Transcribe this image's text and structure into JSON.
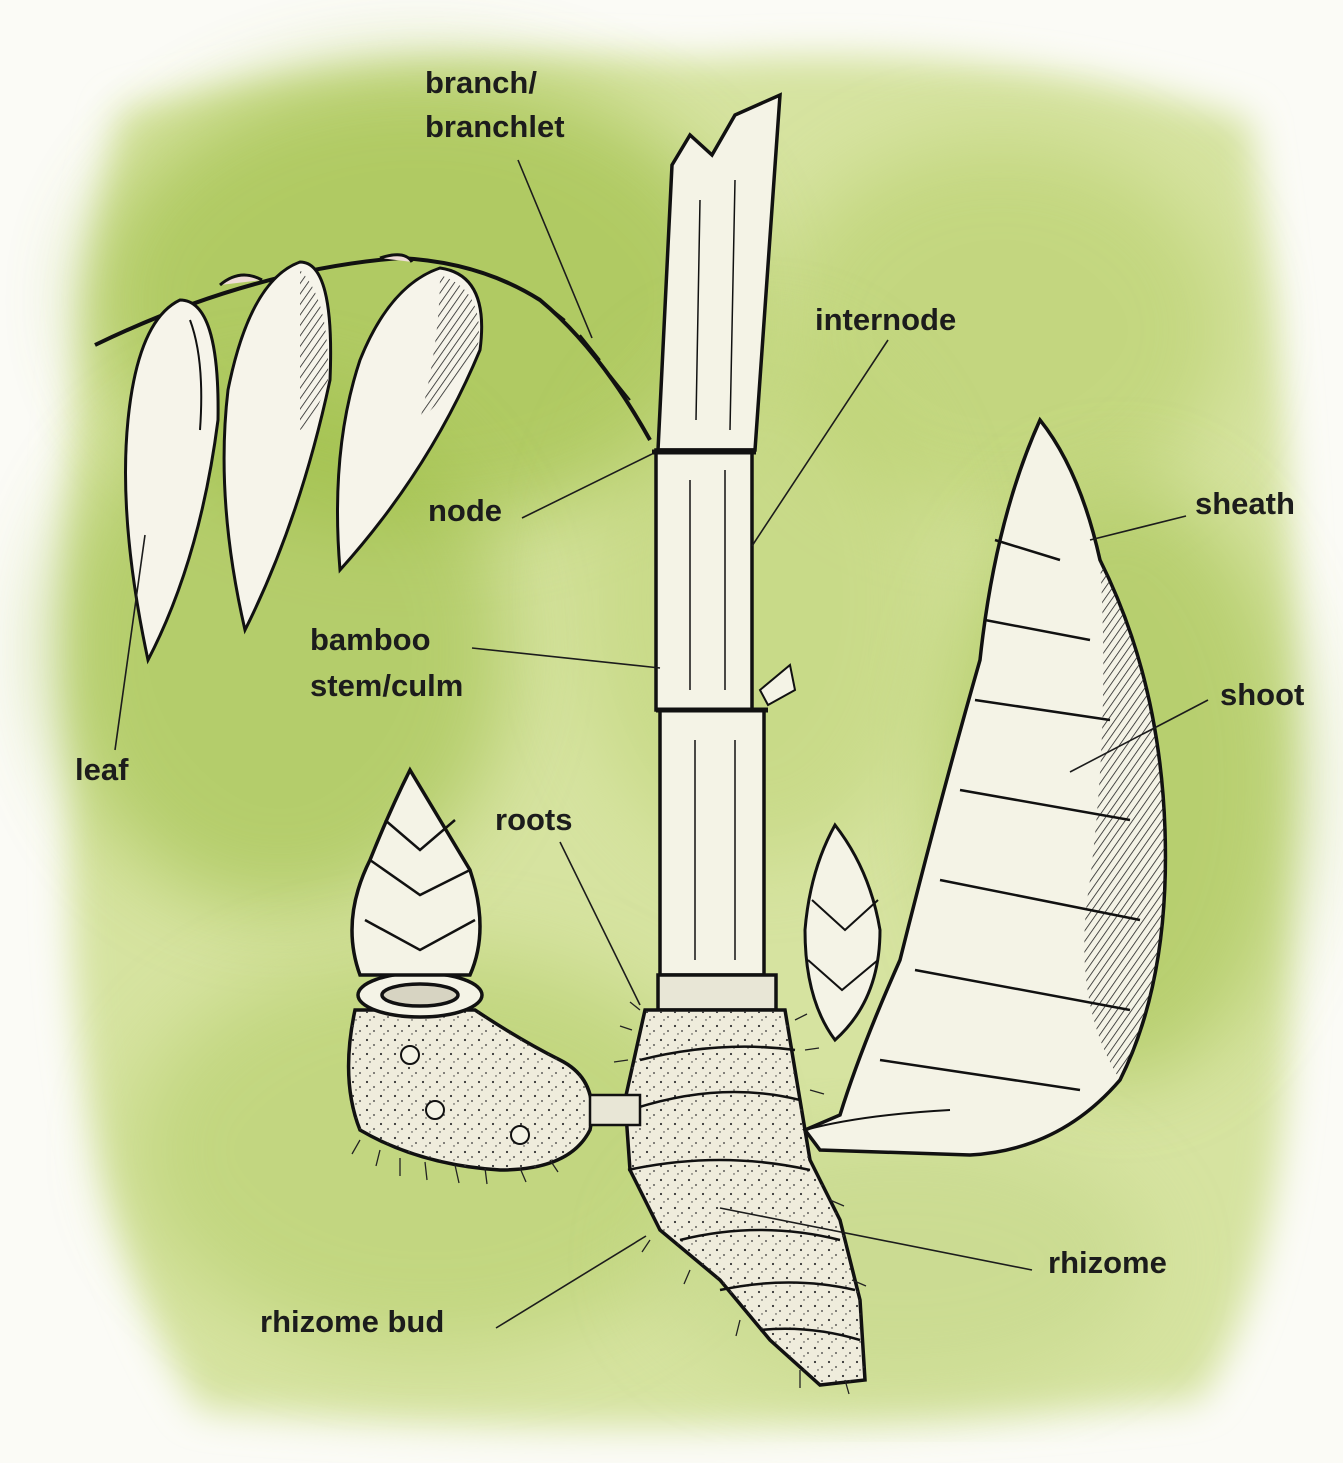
{
  "labels": {
    "branch_line1": "branch/",
    "branch_line2": "branchlet",
    "internode": "internode",
    "node": "node",
    "sheath": "sheath",
    "bamboo_line1": "bamboo",
    "bamboo_line2": "stem/culm",
    "shoot": "shoot",
    "leaf": "leaf",
    "roots": "roots",
    "rhizome": "rhizome",
    "rhizome_bud": "rhizome bud"
  },
  "colors": {
    "wash_dark": "#9fbf4a",
    "wash_light": "#d6e3a0",
    "ink": "#111111",
    "plant_fill": "#f4f3e6",
    "text": "#1c1c1c"
  }
}
